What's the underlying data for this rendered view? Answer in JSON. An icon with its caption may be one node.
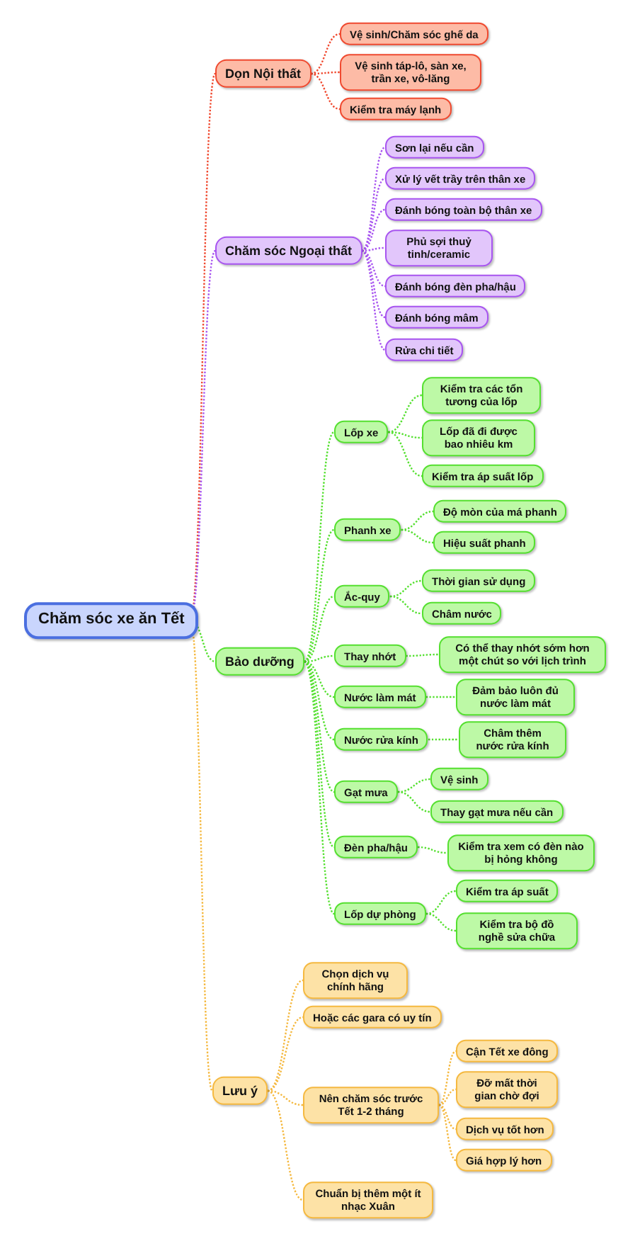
{
  "diagram": {
    "nodes": [
      {
        "text": [
          "Chăm sóc xe ăn Tết"
        ]
      },
      {
        "text": [
          "Dọn Nội thất"
        ]
      },
      {
        "text": [
          "Vệ sinh/Chăm sóc ghế da"
        ]
      },
      {
        "text": [
          "Vệ sinh táp-lô, sàn xe, trần xe, vô-lăng"
        ]
      },
      {
        "text": [
          "Kiểm tra máy lạnh"
        ]
      },
      {
        "text": [
          "Chăm sóc Ngoại thất"
        ]
      },
      {
        "text": [
          "Sơn lại nếu cần"
        ]
      },
      {
        "text": [
          "Xử lý vết trầy trên thân xe"
        ]
      },
      {
        "text": [
          "Đánh bóng toàn bộ thân xe"
        ]
      },
      {
        "text": [
          "Phủ sợi thuỷ tinh/ceramic"
        ]
      },
      {
        "text": [
          "Đánh bóng đèn pha/hậu"
        ]
      },
      {
        "text": [
          "Đánh bóng mâm"
        ]
      },
      {
        "text": [
          "Rửa chi tiết"
        ]
      },
      {
        "text": [
          "Bảo dưỡng"
        ]
      },
      {
        "text": [
          "Lốp xe"
        ]
      },
      {
        "text": [
          "Kiểm tra các tổn tương của lốp"
        ]
      },
      {
        "text": [
          "Lốp đã đi được bao nhiêu km"
        ]
      },
      {
        "text": [
          "Kiểm tra áp suất lốp"
        ]
      },
      {
        "text": [
          "Phanh xe"
        ]
      },
      {
        "text": [
          "Độ mòn của má phanh"
        ]
      },
      {
        "text": [
          "Hiệu suất phanh"
        ]
      },
      {
        "text": [
          "Ắc-quy"
        ]
      },
      {
        "text": [
          "Thời gian sử dụng"
        ]
      },
      {
        "text": [
          "Châm nước"
        ]
      },
      {
        "text": [
          "Thay nhớt"
        ]
      },
      {
        "text": [
          "Có thể thay nhớt sớm hơn một chút so với lịch trình"
        ]
      },
      {
        "text": [
          "Nước làm mát"
        ]
      },
      {
        "text": [
          "Đảm bảo luôn đủ nước làm mát"
        ]
      },
      {
        "text": [
          "Nước rửa kính"
        ]
      },
      {
        "text": [
          "Châm thêm nước rửa kính"
        ]
      },
      {
        "text": [
          "Gạt mưa"
        ]
      },
      {
        "text": [
          "Vệ sinh"
        ]
      },
      {
        "text": [
          "Thay gạt mưa nếu cần"
        ]
      },
      {
        "text": [
          "Đèn pha/hậu"
        ]
      },
      {
        "text": [
          "Kiểm tra xem có đèn nào bị hỏng không"
        ]
      },
      {
        "text": [
          "Lốp dự phòng"
        ]
      },
      {
        "text": [
          "Kiểm tra áp suất"
        ]
      },
      {
        "text": [
          "Kiểm tra bộ đồ nghề sửa chữa"
        ]
      },
      {
        "text": [
          "Lưu ý"
        ]
      },
      {
        "text": [
          "Chọn dịch vụ chính hãng"
        ]
      },
      {
        "text": [
          "Hoặc các gara có uy tín"
        ]
      },
      {
        "text": [
          "Nên chăm sóc trước Tết 1-2 tháng"
        ]
      },
      {
        "text": [
          "Cận Tết xe đông"
        ]
      },
      {
        "text": [
          "Đỡ mất thời gian chờ đợi"
        ]
      },
      {
        "text": [
          "Dịch vụ tốt hơn"
        ]
      },
      {
        "text": [
          "Giá hợp lý hơn"
        ]
      },
      {
        "text": [
          "Chuẩn bị thêm một ít nhạc Xuân"
        ]
      }
    ],
    "edges": [
      {
        "from": 0,
        "to": 1,
        "arrow": "none",
        "color": "#f04a30"
      },
      {
        "from": 1,
        "to": 2,
        "arrow": "none",
        "color": "#f04a30"
      },
      {
        "from": 1,
        "to": 3,
        "arrow": "none",
        "color": "#f04a30"
      },
      {
        "from": 1,
        "to": 4,
        "arrow": "none",
        "color": "#f04a30"
      },
      {
        "from": 0,
        "to": 5,
        "arrow": "none",
        "color": "#a855f0"
      },
      {
        "from": 5,
        "to": 6,
        "arrow": "none",
        "color": "#a855f0"
      },
      {
        "from": 5,
        "to": 7,
        "arrow": "none",
        "color": "#a855f0"
      },
      {
        "from": 5,
        "to": 8,
        "arrow": "none",
        "color": "#a855f0"
      },
      {
        "from": 5,
        "to": 9,
        "arrow": "none",
        "color": "#a855f0"
      },
      {
        "from": 5,
        "to": 10,
        "arrow": "none",
        "color": "#a855f0"
      },
      {
        "from": 5,
        "to": 11,
        "arrow": "none",
        "color": "#a855f0"
      },
      {
        "from": 5,
        "to": 12,
        "arrow": "none",
        "color": "#a855f0"
      },
      {
        "from": 0,
        "to": 13,
        "arrow": "none"
      },
      {
        "from": 13,
        "to": 14,
        "arrow": "none"
      },
      {
        "from": 14,
        "to": 15,
        "arrow": "none"
      },
      {
        "from": 14,
        "to": 16,
        "arrow": "none"
      },
      {
        "from": 14,
        "to": 17,
        "arrow": "none"
      },
      {
        "from": 13,
        "to": 18,
        "arrow": "none"
      },
      {
        "from": 18,
        "to": 19,
        "arrow": "none"
      },
      {
        "from": 18,
        "to": 20,
        "arrow": "none"
      },
      {
        "from": 13,
        "to": 21,
        "arrow": "none"
      },
      {
        "from": 21,
        "to": 22,
        "arrow": "none"
      },
      {
        "from": 21,
        "to": 23,
        "arrow": "none"
      },
      {
        "from": 13,
        "to": 24,
        "arrow": "none"
      },
      {
        "from": 24,
        "to": 25,
        "arrow": "none"
      },
      {
        "from": 13,
        "to": 26,
        "arrow": "none"
      },
      {
        "from": 26,
        "to": 27,
        "arrow": "none"
      },
      {
        "from": 13,
        "to": 28,
        "arrow": "none"
      },
      {
        "from": 28,
        "to": 29,
        "arrow": "none"
      },
      {
        "from": 13,
        "to": 30,
        "arrow": "none"
      },
      {
        "from": 30,
        "to": 31,
        "arrow": "none"
      },
      {
        "from": 30,
        "to": 32,
        "arrow": "none"
      },
      {
        "from": 13,
        "to": 33,
        "arrow": "none"
      },
      {
        "from": 33,
        "to": 34,
        "arrow": "none"
      },
      {
        "from": 13,
        "to": 35,
        "arrow": "none"
      },
      {
        "from": 35,
        "to": 36,
        "arrow": "none"
      },
      {
        "from": 35,
        "to": 37,
        "arrow": "none"
      },
      {
        "from": 0,
        "to": 38,
        "arrow": "none",
        "color": "#f5b940"
      },
      {
        "from": 38,
        "to": 39,
        "arrow": "none",
        "color": "#f5b940"
      },
      {
        "from": 38,
        "to": 40,
        "arrow": "none",
        "color": "#f5b940"
      },
      {
        "from": 38,
        "to": 41,
        "arrow": "none",
        "color": "#f5b940"
      },
      {
        "from": 41,
        "to": 42,
        "arrow": "none",
        "color": "#f5b940"
      },
      {
        "from": 41,
        "to": 43,
        "arrow": "none",
        "color": "#f5b940"
      },
      {
        "from": 41,
        "to": 44,
        "arrow": "none",
        "color": "#f5b940"
      },
      {
        "from": 41,
        "to": 45,
        "arrow": "none",
        "color": "#f5b940"
      },
      {
        "from": 38,
        "to": 46,
        "arrow": "none",
        "color": "#f5b940"
      }
    ]
  }
}
